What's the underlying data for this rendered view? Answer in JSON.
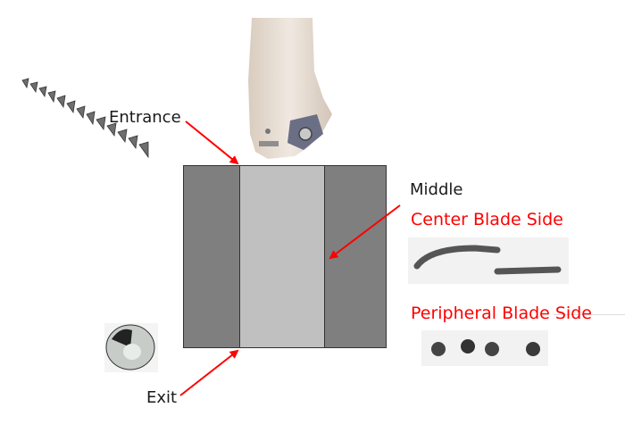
{
  "labels": {
    "entrance": "Entrance",
    "middle": "Middle",
    "exit": "Exit",
    "center_blade_side": "Center Blade Side",
    "peripheral_blade_side": "Peripheral Blade Side"
  },
  "colors": {
    "arrow": "#ff0000",
    "label_red": "#ff0000",
    "label_black": "#1a1a1a",
    "workpiece_outer": "#7f7f7f",
    "workpiece_center": "#c0c0c0",
    "tool_body": "#e6dcd3",
    "insert": "#6b6f85"
  },
  "images": {
    "drill_tool": "indexable-drill-tool-photo",
    "entrance_chip": "long-spiral-chip-photo",
    "exit_chip": "conical-disc-chip-photo",
    "center_blade_chips": "curled-strip-chips-photo",
    "peripheral_blade_chips": "small-round-chips-photo"
  }
}
